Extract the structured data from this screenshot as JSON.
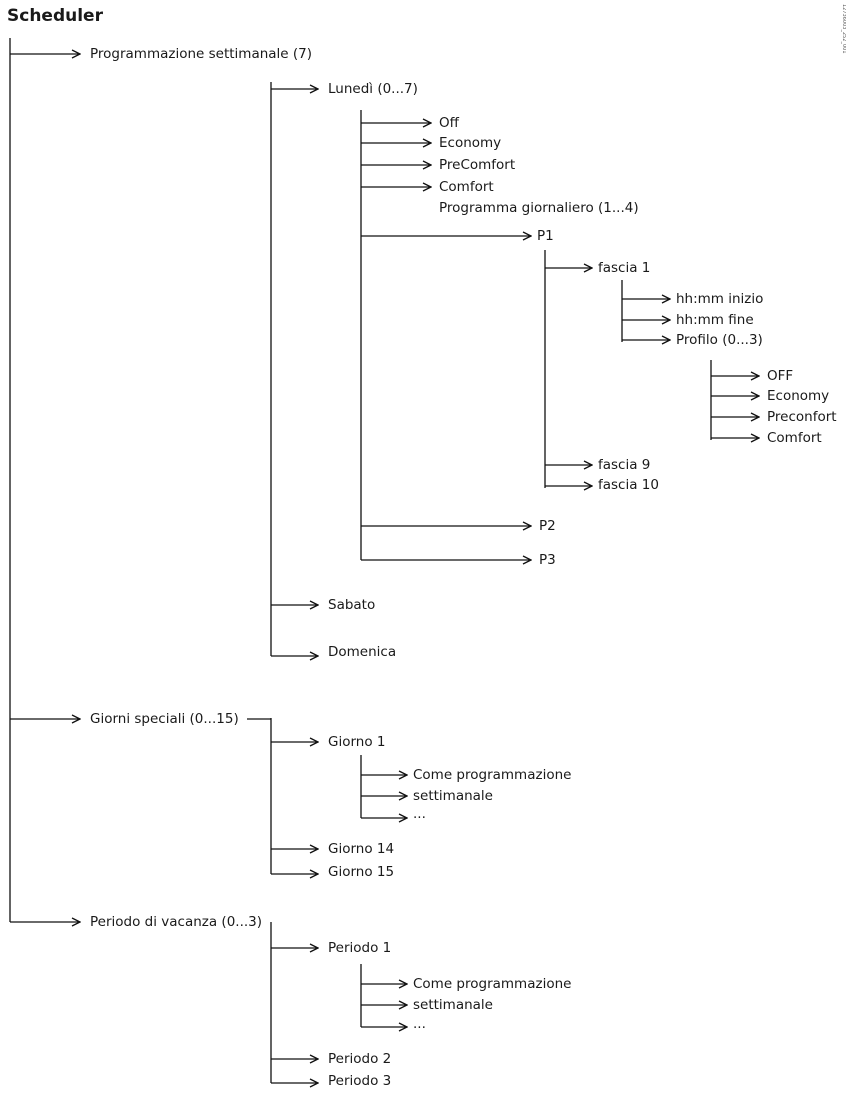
{
  "title": "Scheduler",
  "code": "12736003_252_001",
  "nodes": {
    "weekly": "Programmazione settimanale (7)",
    "monday": "Lunedì (0...7)",
    "off": "Off",
    "economy": "Economy",
    "precomfort": "PreComfort",
    "comfort": "Comfort",
    "daily_program": "Programma giornaliero (1...4)",
    "p1": "P1",
    "band1": "fascia 1",
    "start": "hh:mm  inizio",
    "end": "hh:mm fine",
    "profile": "Profilo (0...3)",
    "prof_off": "OFF",
    "prof_economy": "Economy",
    "prof_preconfort": "Preconfort",
    "prof_comfort": "Comfort",
    "band9": "fascia 9",
    "band10": "fascia 10",
    "p2": "P2",
    "p3": "P3",
    "saturday": "Sabato",
    "sunday": "Domenica",
    "special_days": "Giorni speciali (0...15)",
    "day1": "Giorno 1",
    "same_as_weekly_1": "Come programmazione",
    "same_as_weekly_2": "settimanale",
    "ellipsis": "...",
    "day14": "Giorno 14",
    "day15": "Giorno 15",
    "holiday": "Periodo di vacanza (0...3)",
    "period1": "Periodo 1",
    "period2": "Periodo 2",
    "period3": "Periodo 3"
  }
}
